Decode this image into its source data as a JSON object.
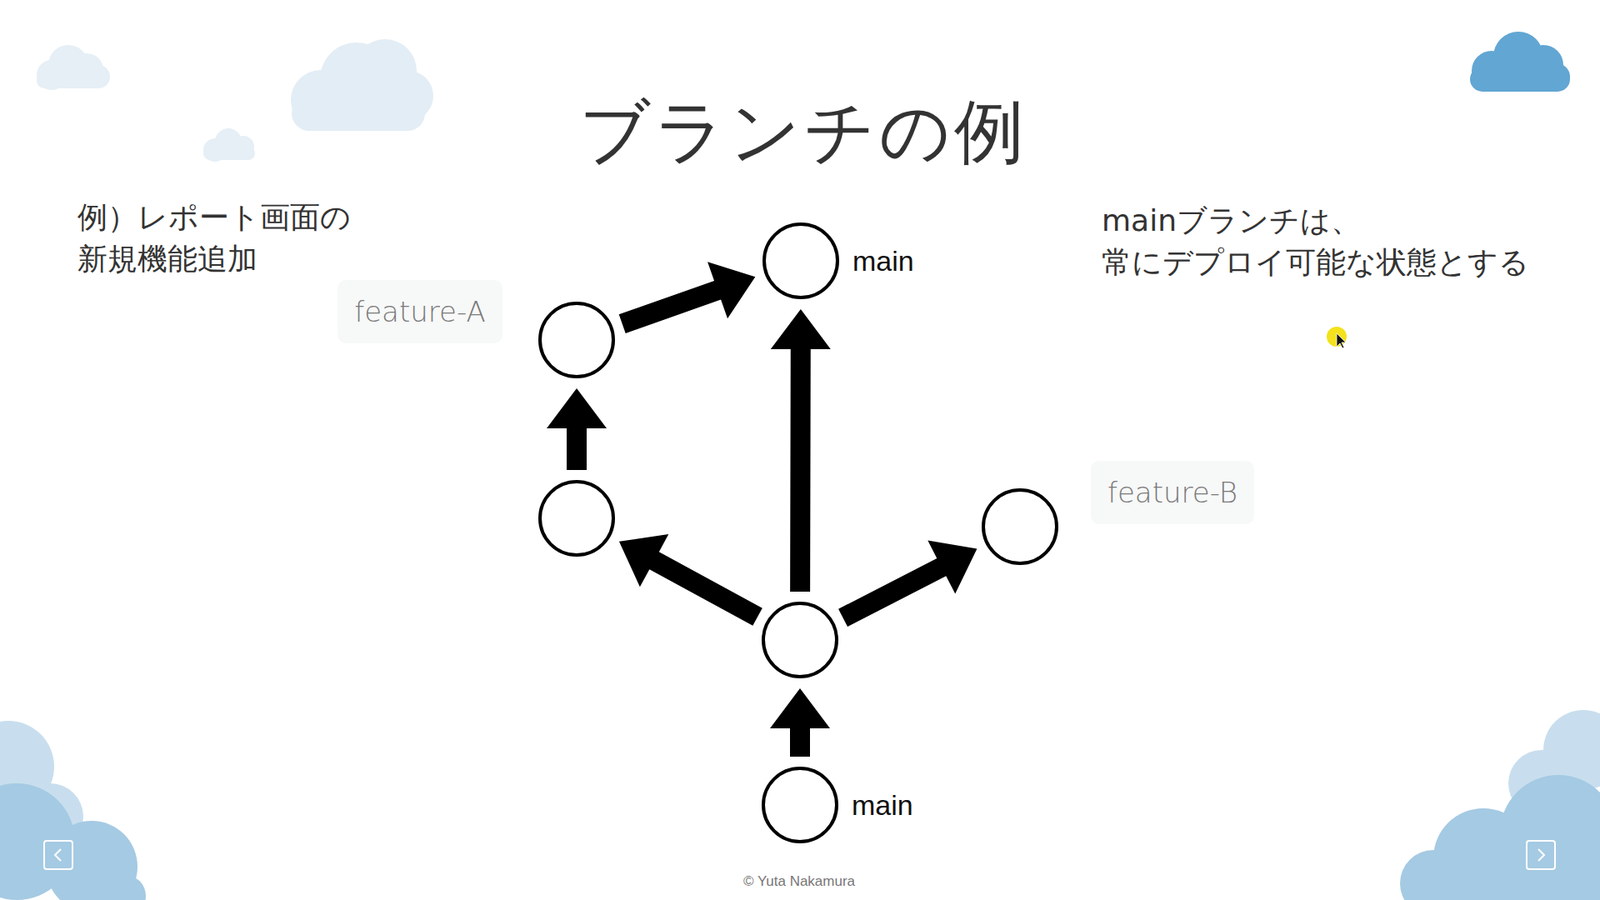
{
  "diagram": {
    "title": "ブランチの例",
    "nodes": [
      {
        "text": [
          "main"
        ]
      },
      {
        "text": []
      },
      {
        "text": []
      },
      {
        "text": []
      },
      {
        "text": []
      },
      {
        "text": [
          "main"
        ]
      }
    ],
    "edges": [
      {
        "from": 5,
        "to": 4,
        "arrow": "to"
      },
      {
        "from": 4,
        "to": 2,
        "arrow": "to"
      },
      {
        "from": 4,
        "to": 0,
        "arrow": "to"
      },
      {
        "from": 4,
        "to": 3,
        "arrow": "to"
      },
      {
        "from": 2,
        "to": 1,
        "arrow": "to"
      },
      {
        "from": 1,
        "to": 0,
        "arrow": "to"
      }
    ],
    "labels": [
      "例）レポート画面の 新規機能追加",
      "mainブランチは、 常にデプロイ可能な状態とする",
      "feature-A",
      "feature-B",
      "© Yuta Nakamura"
    ]
  }
}
